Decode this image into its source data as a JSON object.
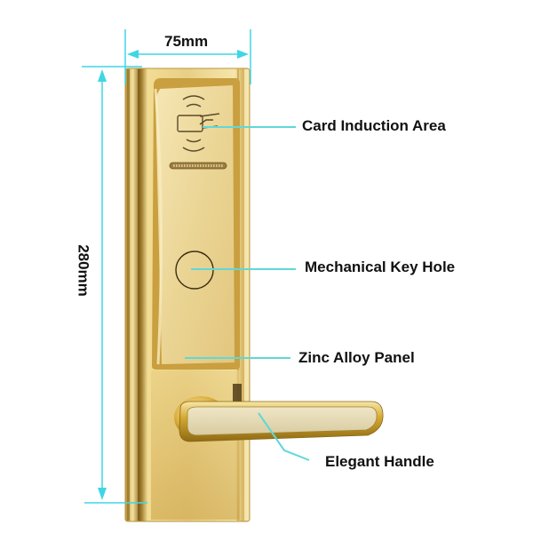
{
  "dimensions": {
    "width": {
      "label": "75mm"
    },
    "height": {
      "label": "280mm"
    }
  },
  "callouts": [
    {
      "id": "card-induction-area",
      "label": "Card Induction Area"
    },
    {
      "id": "mechanical-key-hole",
      "label": "Mechanical Key Hole"
    },
    {
      "id": "zinc-alloy-panel",
      "label": "Zinc Alloy Panel"
    },
    {
      "id": "elegant-handle",
      "label": "Elegant Handle"
    }
  ],
  "colors": {
    "dimension_line": "#3fd6e6",
    "callout_line": "#5fd8d8",
    "gold_light": "#f3dfa0",
    "gold_mid": "#dcb95a",
    "gold_dark": "#9c7620",
    "panel_face": "#eedca2",
    "handle_inlay": "#e6dcba",
    "text": "#111111"
  }
}
